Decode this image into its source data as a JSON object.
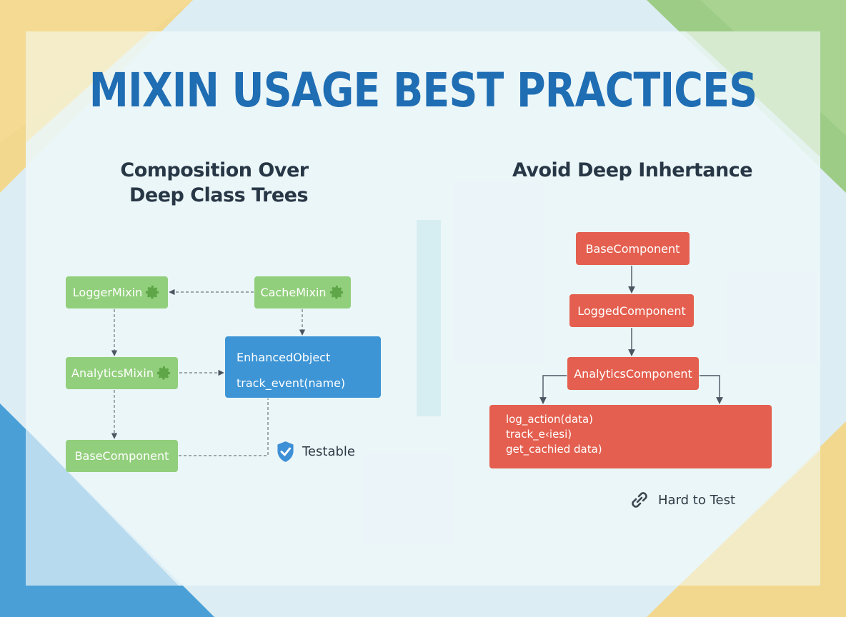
{
  "title": "MIXIN USAGE BEST PRACTICES",
  "left": {
    "heading_line1": "Composition Over",
    "heading_line2": "Deep Class Trees",
    "nodes": {
      "logger": "LoggerMixin",
      "cache": "CacheMixin",
      "analytics": "AnalyticsMixin",
      "base": "BaseComponent",
      "enhanced_title": "EnhancedObject",
      "enhanced_method": "track_event(name)"
    },
    "badge": "Testable",
    "badge_icon": "shield-check-icon"
  },
  "right": {
    "heading": "Avoid Deep Inhertance",
    "nodes": {
      "base": "BaseComponent",
      "logged": "LoggedComponent",
      "analytics": "AnalyticsComponent",
      "methods": [
        "log_action(data)",
        "track_e‹iesi)",
        "get_cachied data)"
      ]
    },
    "badge": "Hard to Test",
    "badge_icon": "broken-link-icon"
  },
  "colors": {
    "title": "#1f6db3",
    "mixin_green": "#92cf7c",
    "enhanced_blue": "#3d95d6",
    "inheritance_red": "#e45f4f",
    "corner_yellow": "#f2d88f",
    "corner_green": "#9dcc86",
    "corner_blue": "#4a9fd6"
  },
  "icons": [
    "gear-icon",
    "shield-check-icon",
    "broken-link-icon"
  ]
}
